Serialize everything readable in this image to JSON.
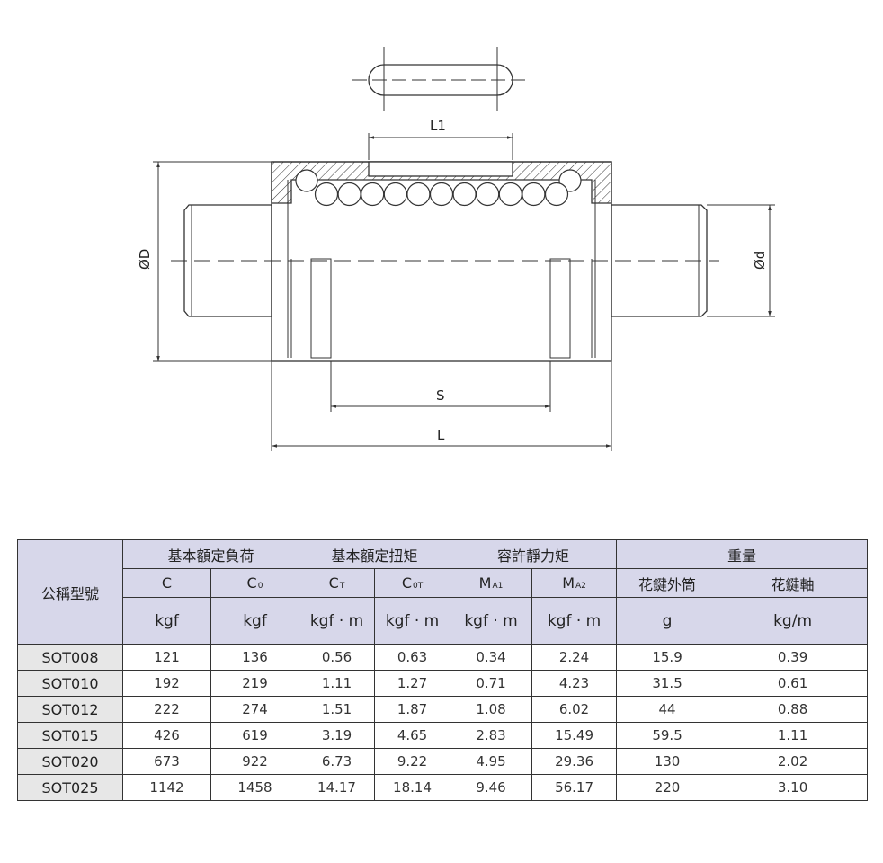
{
  "drawing": {
    "labels": {
      "L1": "L1",
      "S": "S",
      "L": "L",
      "OD": "ØD",
      "Od": "Ød"
    }
  },
  "table": {
    "header": {
      "model": "公稱型號",
      "groups": [
        "基本額定負荷",
        "基本額定扭矩",
        "容許靜力矩",
        "重量"
      ],
      "symbols": [
        {
          "main": "C",
          "sub": ""
        },
        {
          "main": "C",
          "sub": "0"
        },
        {
          "main": "C",
          "sub": "T"
        },
        {
          "main": "C",
          "sub": "0T"
        },
        {
          "main": "M",
          "sub": "A1"
        },
        {
          "main": "M",
          "sub": "A2"
        },
        {
          "main": "花鍵外筒",
          "sub": ""
        },
        {
          "main": "花鍵軸",
          "sub": ""
        }
      ],
      "units": [
        "kgf",
        "kgf",
        "kgf · m",
        "kgf · m",
        "kgf · m",
        "kgf · m",
        "g",
        "kg/m"
      ]
    },
    "rows": [
      [
        "SOT008",
        "121",
        "136",
        "0.56",
        "0.63",
        "0.34",
        "2.24",
        "15.9",
        "0.39"
      ],
      [
        "SOT010",
        "192",
        "219",
        "1.11",
        "1.27",
        "0.71",
        "4.23",
        "31.5",
        "0.61"
      ],
      [
        "SOT012",
        "222",
        "274",
        "1.51",
        "1.87",
        "1.08",
        "6.02",
        "44",
        "0.88"
      ],
      [
        "SOT015",
        "426",
        "619",
        "3.19",
        "4.65",
        "2.83",
        "15.49",
        "59.5",
        "1.11"
      ],
      [
        "SOT020",
        "673",
        "922",
        "6.73",
        "9.22",
        "4.95",
        "29.36",
        "130",
        "2.02"
      ],
      [
        "SOT025",
        "1142",
        "1458",
        "14.17",
        "18.14",
        "9.46",
        "56.17",
        "220",
        "3.10"
      ]
    ]
  }
}
